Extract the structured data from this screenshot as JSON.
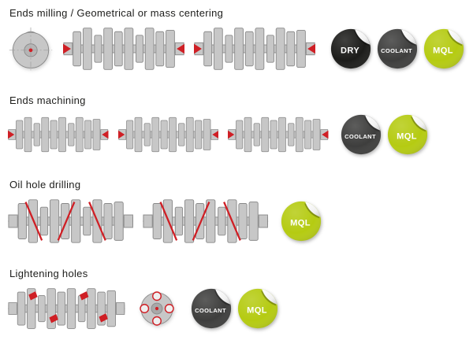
{
  "figure": {
    "description": "Crankshaft machining operations with applicable lubrication mode stickers"
  },
  "colors": {
    "dry": "#1c1c1a",
    "coolant": "#3e3e3d",
    "mql": "#b5cb12",
    "red": "#cf1f25",
    "part_fill": "#c7c7c7",
    "part_stroke": "#8a8a8a",
    "title_text": "#1d1d1b",
    "badge_text": "#ffffff"
  },
  "rows": [
    {
      "title": "Ends milling / Geometrical or mass centering",
      "illustrations": [
        {
          "type": "end-view-centering",
          "name": "crank-end-view-centering-illustration"
        },
        {
          "type": "crankshaft-arrows",
          "name": "crankshaft-ends-milling-illustration-1"
        },
        {
          "type": "crankshaft-arrows",
          "name": "crankshaft-ends-milling-illustration-2"
        }
      ],
      "badges": [
        {
          "label": "DRY",
          "color": "dry"
        },
        {
          "label": "COOLANT",
          "color": "coolant"
        },
        {
          "label": "MQL",
          "color": "mql"
        }
      ]
    },
    {
      "title": "Ends machining",
      "illustrations": [
        {
          "type": "crankshaft-arrows",
          "name": "crankshaft-ends-machining-illustration-1"
        },
        {
          "type": "crankshaft-arrows",
          "name": "crankshaft-ends-machining-illustration-2"
        },
        {
          "type": "crankshaft-arrows",
          "name": "crankshaft-ends-machining-illustration-3"
        }
      ],
      "badges": [
        {
          "label": "COOLANT",
          "color": "coolant"
        },
        {
          "label": "MQL",
          "color": "mql"
        }
      ]
    },
    {
      "title": "Oil hole drilling",
      "illustrations": [
        {
          "type": "crankshaft-oilholes",
          "name": "crankshaft-oil-hole-drilling-illustration-1"
        },
        {
          "type": "crankshaft-oilholes",
          "name": "crankshaft-oil-hole-drilling-illustration-2"
        }
      ],
      "badges": [
        {
          "label": "MQL",
          "color": "mql"
        }
      ]
    },
    {
      "title": "Lightening holes",
      "illustrations": [
        {
          "type": "crankshaft-lightening",
          "name": "crankshaft-lightening-holes-illustration"
        },
        {
          "type": "end-view-holes",
          "name": "crank-end-view-lightening-holes-illustration"
        }
      ],
      "badges": [
        {
          "label": "COOLANT",
          "color": "coolant"
        },
        {
          "label": "MQL",
          "color": "mql"
        }
      ]
    }
  ]
}
